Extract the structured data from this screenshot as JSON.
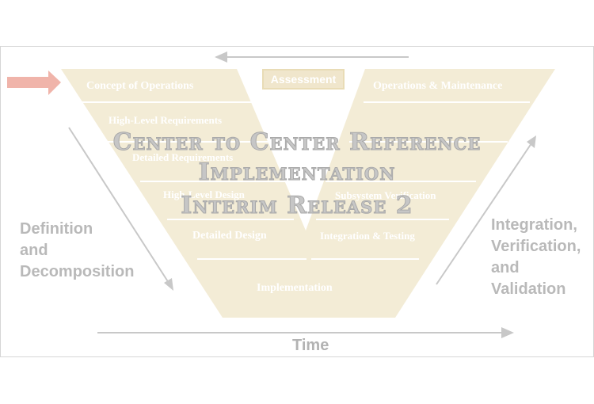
{
  "title": {
    "line1": "Center to Center Reference",
    "line2": "Implementation",
    "line3": "Interim Release 2"
  },
  "v_left_items": [
    "Concept of Operations",
    "High-Level Requirements",
    "Detailed Requirements",
    "High-Level Design",
    "Detailed Design"
  ],
  "v_right_items": [
    "Operations & Maintenance",
    "Subsystem Verification",
    "Integration & Testing"
  ],
  "v_bottom_item": "Implementation",
  "assessment_label": "Assessment",
  "left_side_label": [
    "Definition",
    "and",
    "Decomposition"
  ],
  "right_side_label": [
    "Integration,",
    "Verification,",
    "and",
    "Validation"
  ],
  "time_label": "Time",
  "colors": {
    "v_fill": "#f3ecd6",
    "entry_arrow": "#f0b4aa",
    "arrows": "#c8c8c8",
    "side_text": "#b9b9b9"
  }
}
